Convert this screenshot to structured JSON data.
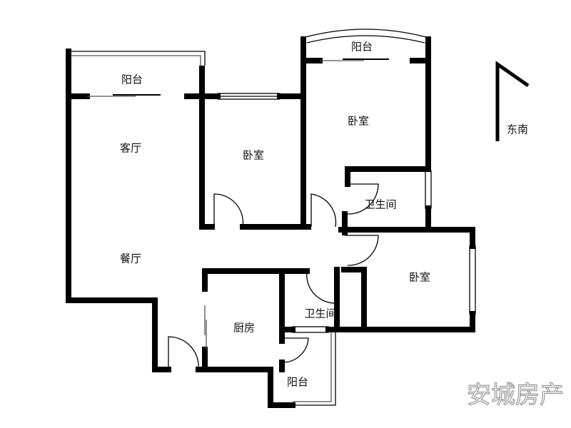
{
  "rooms": {
    "balcony_living": "阳台",
    "living_room": "客厅",
    "bedroom_1": "卧室",
    "balcony_top": "阳台",
    "bedroom_2": "卧室",
    "bathroom_1": "卫生间",
    "dining_room": "餐厅",
    "bedroom_3": "卧室",
    "bathroom_2": "卫生间",
    "kitchen": "厨房",
    "balcony_kitchen": "阳台"
  },
  "compass": {
    "label": "东南"
  },
  "watermark": "安城房产"
}
